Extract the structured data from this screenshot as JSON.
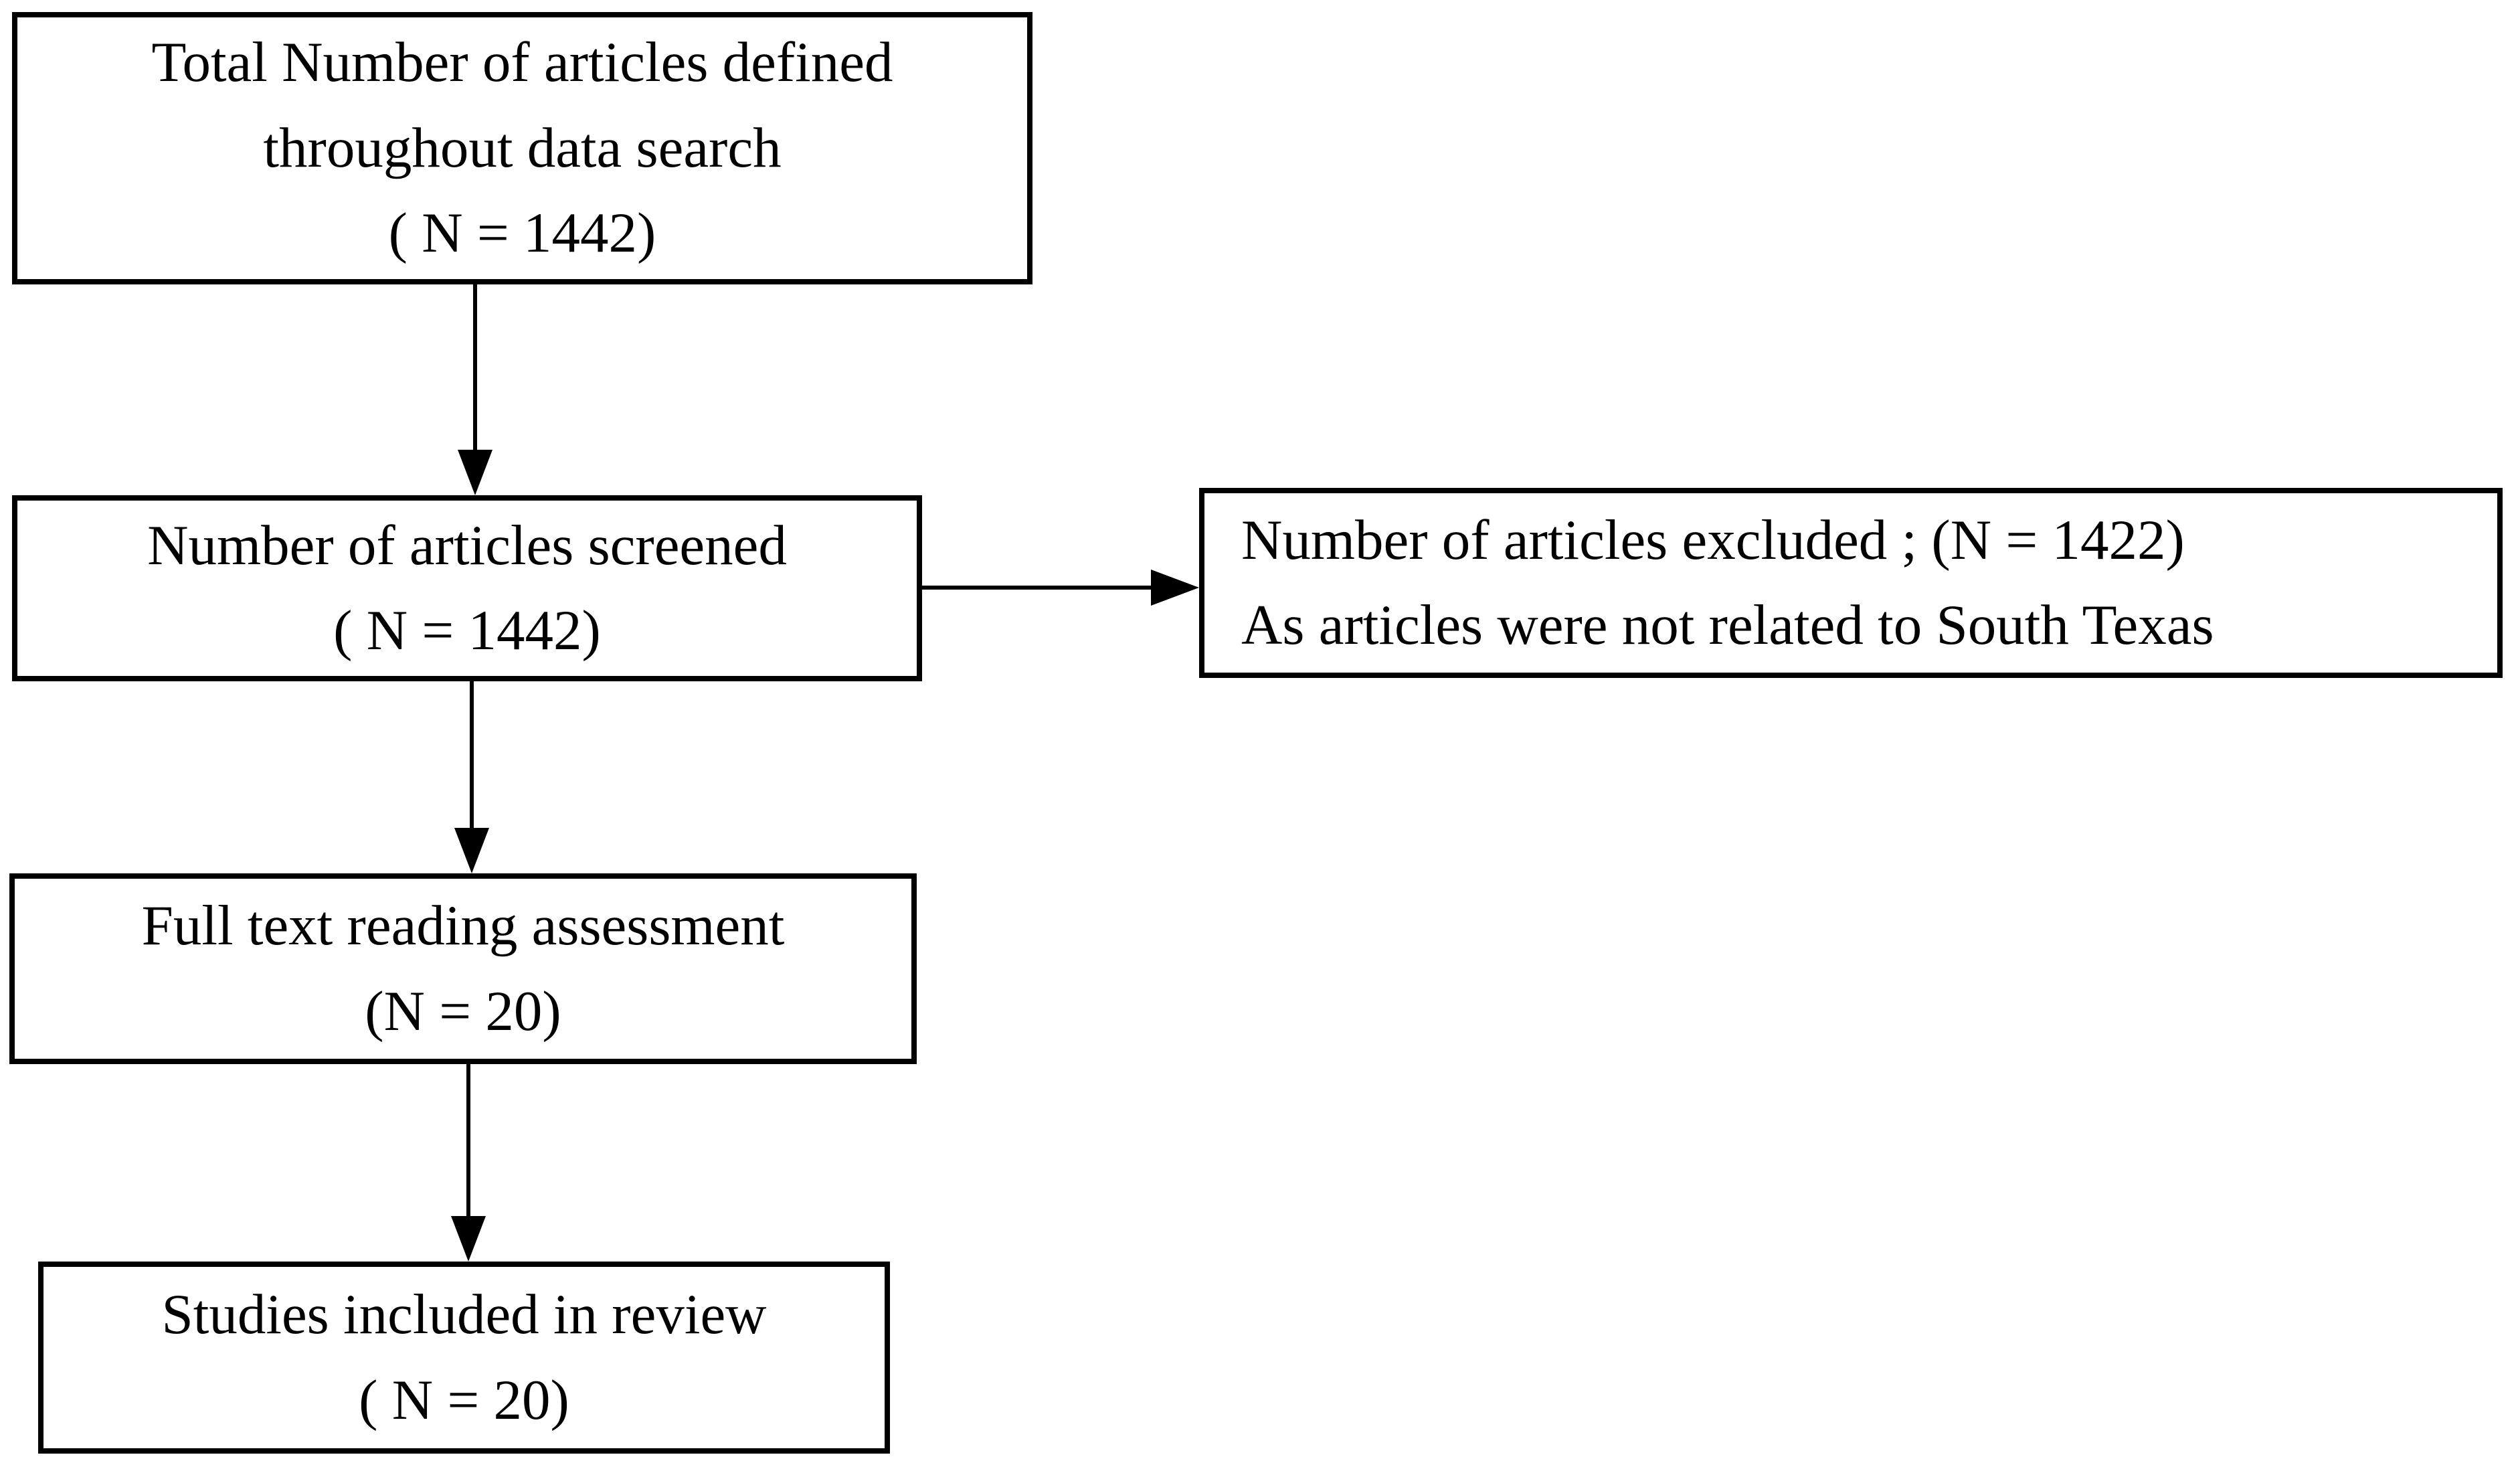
{
  "diagram": {
    "type": "flowchart",
    "colors": {
      "background": "#ffffff",
      "line": "#000000",
      "text": "#000000",
      "box_fill": "#ffffff"
    },
    "icons": {
      "down_arrow": "triangle-down",
      "right_arrow": "triangle-right"
    },
    "boxes": {
      "total": {
        "lines": [
          "Total Number of articles defined",
          "throughout data search",
          "( N = 1442)"
        ]
      },
      "screened": {
        "lines": [
          "Number of articles screened",
          "( N = 1442)"
        ]
      },
      "excluded": {
        "lines": [
          "Number of articles excluded ; (N = 1422)",
          "As articles were not related to South Texas"
        ]
      },
      "fulltext": {
        "lines": [
          "Full text reading assessment",
          "(N = 20)"
        ]
      },
      "included": {
        "lines": [
          "Studies included in review",
          "( N = 20)"
        ]
      }
    }
  }
}
